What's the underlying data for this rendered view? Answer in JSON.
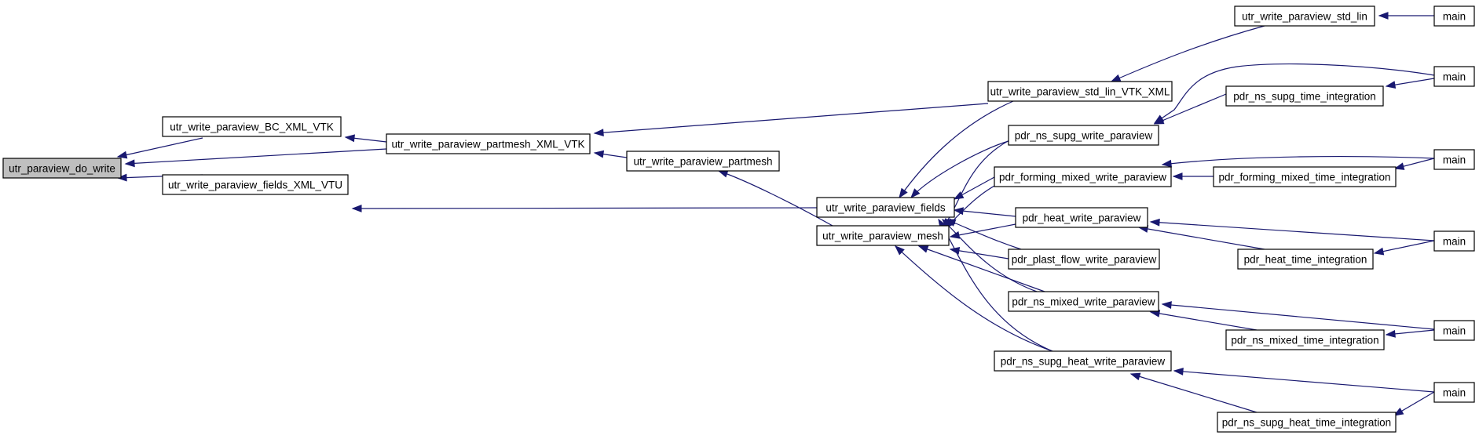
{
  "graph": {
    "type": "caller-graph",
    "root": "n0",
    "colors": {
      "edge": "#191970",
      "root_fill": "#bfbfbf",
      "node_fill": "#ffffff",
      "border": "#000000"
    },
    "nodes": [
      {
        "id": "n0",
        "label": "utr_paraview_do_write"
      },
      {
        "id": "n1",
        "label": "utr_write_paraview_BC_XML_VTK"
      },
      {
        "id": "n2",
        "label": "utr_write_paraview_fields_XML_VTU"
      },
      {
        "id": "n3",
        "label": "utr_write_paraview_partmesh_XML_VTK"
      },
      {
        "id": "n4",
        "label": "utr_write_paraview_partmesh"
      },
      {
        "id": "n5",
        "label": "utr_write_paraview_fields"
      },
      {
        "id": "n6",
        "label": "utr_write_paraview_mesh"
      },
      {
        "id": "n7",
        "label": "utr_write_paraview_std_lin_VTK_XML"
      },
      {
        "id": "n8",
        "label": "utr_write_paraview_std_lin"
      },
      {
        "id": "n9",
        "label": "pdr_ns_supg_write_paraview"
      },
      {
        "id": "n10",
        "label": "pdr_forming_mixed_write_paraview"
      },
      {
        "id": "n11",
        "label": "pdr_heat_write_paraview"
      },
      {
        "id": "n12",
        "label": "pdr_plast_flow_write_paraview"
      },
      {
        "id": "n13",
        "label": "pdr_ns_mixed_write_paraview"
      },
      {
        "id": "n14",
        "label": "pdr_ns_supg_heat_write_paraview"
      },
      {
        "id": "n15",
        "label": "pdr_ns_supg_time_integration"
      },
      {
        "id": "n16",
        "label": "pdr_forming_mixed_time_integration"
      },
      {
        "id": "n17",
        "label": "pdr_heat_time_integration"
      },
      {
        "id": "n18",
        "label": "pdr_ns_mixed_time_integration"
      },
      {
        "id": "n19",
        "label": "pdr_ns_supg_heat_time_integration"
      },
      {
        "id": "m1",
        "label": "main"
      },
      {
        "id": "m2",
        "label": "main"
      },
      {
        "id": "m3",
        "label": "main"
      },
      {
        "id": "m4",
        "label": "main"
      },
      {
        "id": "m5",
        "label": "main"
      },
      {
        "id": "m6",
        "label": "main"
      }
    ],
    "edges": [
      {
        "from": "n1",
        "to": "n0"
      },
      {
        "from": "n3",
        "to": "n0"
      },
      {
        "from": "n2",
        "to": "n0"
      },
      {
        "from": "n3",
        "to": "n1"
      },
      {
        "from": "n5",
        "to": "n2"
      },
      {
        "from": "n4",
        "to": "n3"
      },
      {
        "from": "n7",
        "to": "n3"
      },
      {
        "from": "n6",
        "to": "n4"
      },
      {
        "from": "n8",
        "to": "n7"
      },
      {
        "from": "m1",
        "to": "n8"
      },
      {
        "from": "n7",
        "to": "n5"
      },
      {
        "from": "n9",
        "to": "n5"
      },
      {
        "from": "n10",
        "to": "n5"
      },
      {
        "from": "n11",
        "to": "n5"
      },
      {
        "from": "n12",
        "to": "n5"
      },
      {
        "from": "n13",
        "to": "n5"
      },
      {
        "from": "n14",
        "to": "n5"
      },
      {
        "from": "n9",
        "to": "n6"
      },
      {
        "from": "n10",
        "to": "n6"
      },
      {
        "from": "n11",
        "to": "n6"
      },
      {
        "from": "n12",
        "to": "n6"
      },
      {
        "from": "n13",
        "to": "n6"
      },
      {
        "from": "n14",
        "to": "n6"
      },
      {
        "from": "n15",
        "to": "n9"
      },
      {
        "from": "m2",
        "to": "n9"
      },
      {
        "from": "m2",
        "to": "n15"
      },
      {
        "from": "n16",
        "to": "n10"
      },
      {
        "from": "m3",
        "to": "n10"
      },
      {
        "from": "m3",
        "to": "n16"
      },
      {
        "from": "m4",
        "to": "n11"
      },
      {
        "from": "n17",
        "to": "n11"
      },
      {
        "from": "m4",
        "to": "n17"
      },
      {
        "from": "m5",
        "to": "n13"
      },
      {
        "from": "n18",
        "to": "n13"
      },
      {
        "from": "m5",
        "to": "n18"
      },
      {
        "from": "m6",
        "to": "n14"
      },
      {
        "from": "n19",
        "to": "n14"
      },
      {
        "from": "m6",
        "to": "n19"
      }
    ]
  }
}
